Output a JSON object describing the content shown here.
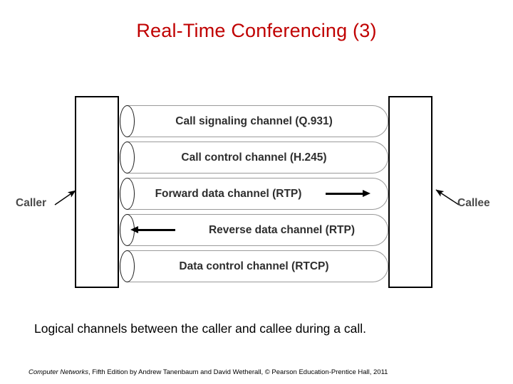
{
  "slide": {
    "title": "Real-Time Conferencing (3)",
    "title_color": "#C00000",
    "caption": "Logical channels between the caller and callee during a call.",
    "background": "#FFFFFF"
  },
  "diagram": {
    "type": "network-channel-diagram",
    "endpoints": [
      {
        "id": "caller",
        "label": "Caller",
        "side": "left"
      },
      {
        "id": "callee",
        "label": "Callee",
        "side": "right"
      }
    ],
    "channels": [
      {
        "label": "Call signaling channel (Q.931)",
        "protocol": "Q.931",
        "direction": "none"
      },
      {
        "label": "Call control channel (H.245)",
        "protocol": "H.245",
        "direction": "none"
      },
      {
        "label": "Forward data channel (RTP)",
        "protocol": "RTP",
        "direction": "right"
      },
      {
        "label": "Reverse data channel (RTP)",
        "protocol": "RTP",
        "direction": "left"
      },
      {
        "label": "Data control channel (RTCP)",
        "protocol": "RTCP",
        "direction": "none"
      }
    ],
    "colors": {
      "pipe_outline": "#9A9A9A",
      "cap_outline": "#1A1A1A",
      "box_outline": "#000000",
      "label_text": "#2E2E2E",
      "arrow": "#000000"
    }
  },
  "footer": {
    "book_title": "Computer Networks",
    "credit_text": ", Fifth Edition by Andrew Tanenbaum and David Wetherall, © Pearson Education-Prentice Hall, 2011"
  }
}
